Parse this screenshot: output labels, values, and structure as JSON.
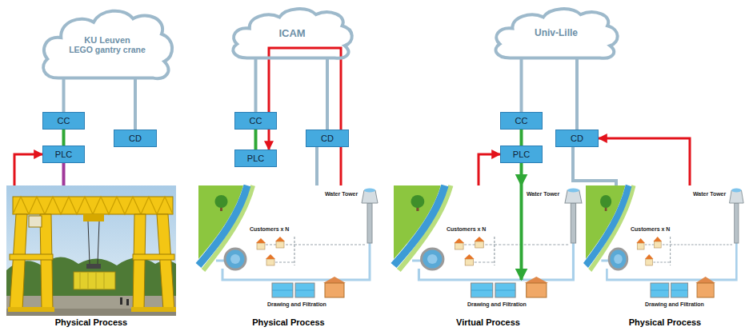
{
  "diagram": {
    "nodes": [
      {
        "text": [
          "KU Leuven",
          "LEGO gantry crane"
        ]
      },
      {
        "text": [
          "CC"
        ]
      },
      {
        "text": [
          "PLC"
        ]
      },
      {
        "text": [
          "CD"
        ]
      },
      {
        "text": [
          "Physical Process"
        ]
      },
      {
        "text": [
          "ICAM"
        ]
      },
      {
        "text": [
          "CC"
        ]
      },
      {
        "text": [
          "PLC"
        ]
      },
      {
        "text": [
          "CD"
        ]
      },
      {
        "text": [
          "Water Tower",
          "Customers x N",
          "Drawing and Filtration",
          "Physical Process"
        ]
      },
      {
        "text": [
          "Univ-Lille"
        ]
      },
      {
        "text": [
          "CC"
        ]
      },
      {
        "text": [
          "PLC"
        ]
      },
      {
        "text": [
          "CD"
        ]
      },
      {
        "text": [
          "Water Tower",
          "Customers x N",
          "Drawing and Filtration",
          "Virtual Process"
        ]
      },
      {
        "text": [
          "Water Tower",
          "Customers x N",
          "Drawing and Filtration",
          "Physical Process"
        ]
      }
    ],
    "edges": [
      {
        "from": 0,
        "to": 1,
        "arrow": "none"
      },
      {
        "from": 0,
        "to": 3,
        "arrow": "none"
      },
      {
        "from": 1,
        "to": 2,
        "arrow": "none"
      },
      {
        "from": 2,
        "to": 4,
        "arrow": "none"
      },
      {
        "from": 4,
        "to": 2,
        "arrow": "to"
      },
      {
        "from": 5,
        "to": 6,
        "arrow": "none"
      },
      {
        "from": 5,
        "to": 8,
        "arrow": "none"
      },
      {
        "from": 6,
        "to": 7,
        "arrow": "none"
      },
      {
        "from": 9,
        "to": 7,
        "arrow": "to"
      },
      {
        "from": 8,
        "to": 9,
        "arrow": "none"
      },
      {
        "from": 10,
        "to": 11,
        "arrow": "none"
      },
      {
        "from": 10,
        "to": 13,
        "arrow": "none"
      },
      {
        "from": 11,
        "to": 12,
        "arrow": "none"
      },
      {
        "from": 12,
        "to": 14,
        "arrow": "to"
      },
      {
        "from": 14,
        "to": 12,
        "arrow": "to"
      },
      {
        "from": 13,
        "to": 15,
        "arrow": "none"
      },
      {
        "from": 15,
        "to": 13,
        "arrow": "to"
      }
    ]
  }
}
